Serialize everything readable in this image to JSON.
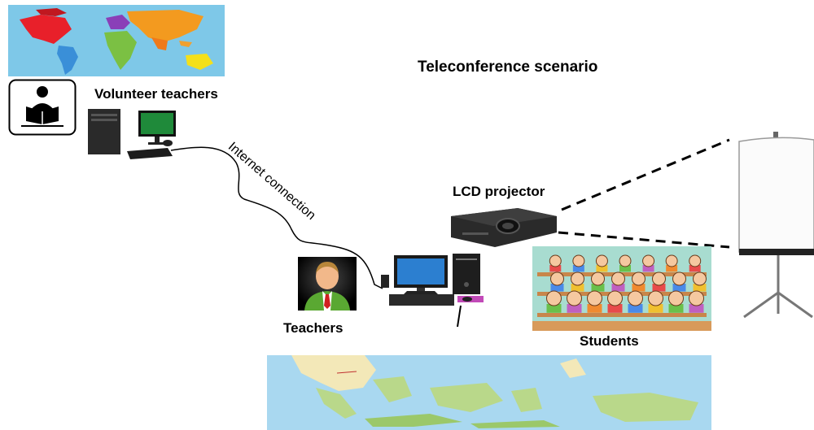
{
  "title": "Teleconference scenario",
  "labels": {
    "volunteer_teachers": "Volunteer teachers",
    "internet_connection": "Internet connection",
    "lcd_projector": "LCD projector",
    "teachers": "Teachers",
    "students": "Students"
  },
  "icons": {
    "reader": "reader-icon",
    "world_map": "world-map-image",
    "indonesia_map": "indonesia-map-image",
    "volunteer_pc": "desktop-computer-icon",
    "teacher_avatar": "teacher-avatar-icon",
    "classroom_pc": "classroom-computer-icon",
    "projector": "projector-icon",
    "students": "students-classroom-image",
    "screen": "projection-screen-icon"
  },
  "colors": {
    "ocean": "#7ec8e8",
    "map_sea": "#a9d8f0",
    "cable": "#000000"
  }
}
